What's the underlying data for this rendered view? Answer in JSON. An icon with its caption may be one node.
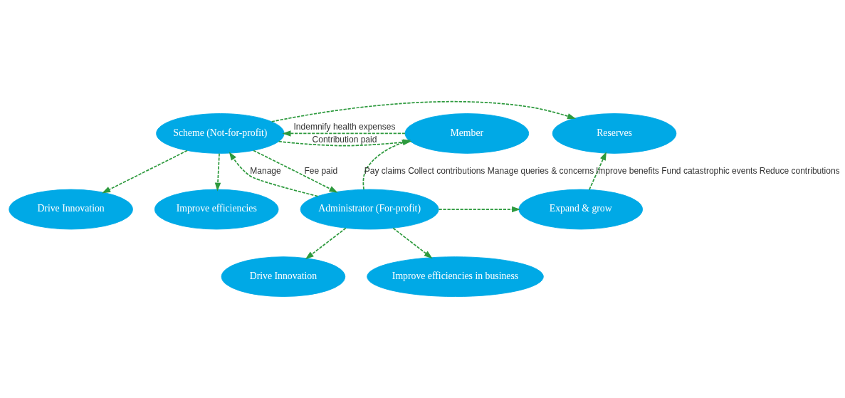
{
  "diagram": {
    "nodes": [
      {
        "text": [
          "Drive Innovation"
        ]
      },
      {
        "text": [
          "Improve efficiencies"
        ]
      },
      {
        "text": [
          "Member"
        ]
      },
      {
        "text": [
          "Scheme (Not-for-profit)"
        ]
      },
      {
        "text": [
          "Reserves"
        ]
      },
      {
        "text": [
          "Administrator (For-profit)"
        ]
      },
      {
        "text": [
          "Expand & grow"
        ]
      },
      {
        "text": [
          "Drive Innovation"
        ]
      },
      {
        "text": [
          "Improve efficiencies in business"
        ]
      }
    ],
    "edges": [
      {
        "from": 3,
        "to": 0,
        "arrow": "to",
        "style": "dashed"
      },
      {
        "from": 3,
        "to": 1,
        "arrow": "to",
        "style": "dashed"
      },
      {
        "from": 3,
        "to": 2,
        "arrow": "to",
        "style": "dashed",
        "label": "Contribution paid"
      },
      {
        "from": 2,
        "to": 3,
        "arrow": "to",
        "style": "dashed",
        "label": "Indemnify health expenses"
      },
      {
        "from": 3,
        "to": 4,
        "arrow": "to",
        "style": "dashed"
      },
      {
        "from": 3,
        "to": 5,
        "arrow": "to",
        "style": "dashed",
        "label": "Fee paid"
      },
      {
        "from": 5,
        "to": 3,
        "arrow": "to",
        "style": "dashed",
        "label": "Manage"
      },
      {
        "from": 5,
        "to": 2,
        "arrow": "to",
        "style": "dashed",
        "label": "Pay claims Collect contributions Manage queries & concerns"
      },
      {
        "from": 5,
        "to": 6,
        "arrow": "to",
        "style": "dashed"
      },
      {
        "from": 6,
        "to": 4,
        "arrow": "to",
        "style": "dashed",
        "label": "Improve benefits Fund catastrophic events Reduce contributions"
      },
      {
        "from": 5,
        "to": 7,
        "arrow": "to",
        "style": "dashed"
      },
      {
        "from": 5,
        "to": 8,
        "arrow": "to",
        "style": "dashed"
      }
    ]
  }
}
